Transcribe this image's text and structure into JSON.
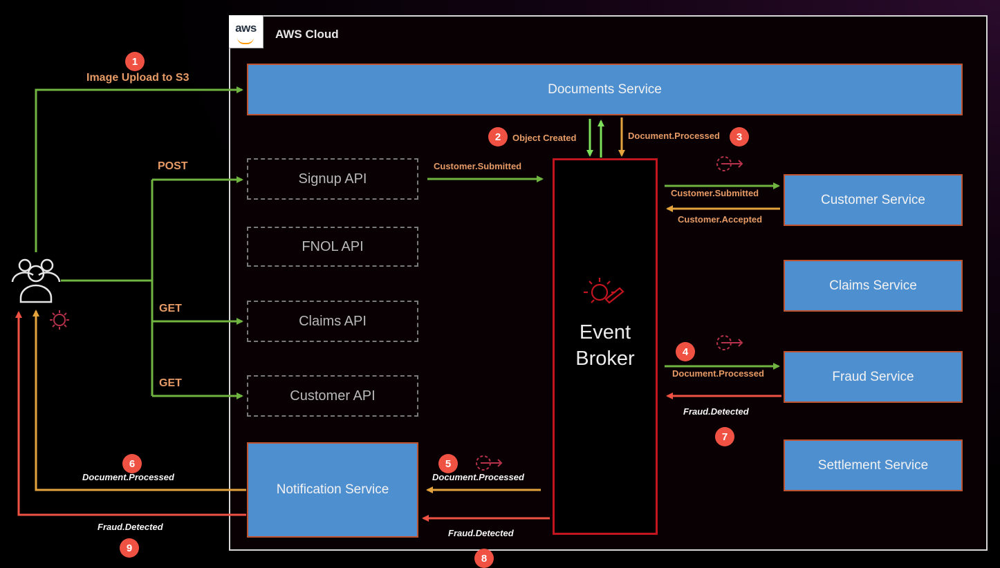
{
  "cloud": {
    "label": "AWS Cloud",
    "logo_text": "aws"
  },
  "services": {
    "documents": "Documents Service",
    "customer": "Customer Service",
    "claims": "Claims Service",
    "fraud": "Fraud Service",
    "settlement": "Settlement Service",
    "notification": "Notification Service"
  },
  "apis": {
    "signup": "Signup API",
    "fnol": "FNOL API",
    "claims": "Claims API",
    "customer": "Customer API"
  },
  "broker": {
    "line1": "Event",
    "line2": "Broker"
  },
  "labels": {
    "image_upload": "Image Upload to S3",
    "post": "POST",
    "get1": "GET",
    "get2": "GET",
    "object_created": "Object Created",
    "doc_processed_top": "Document.Processed",
    "customer_submitted_api": "Customer.Submitted",
    "customer_submitted_svc": "Customer.Submitted",
    "customer_accepted": "Customer.Accepted",
    "doc_processed_fraud": "Document.Processed",
    "fraud_detected_7": "Fraud.Detected",
    "doc_processed_5": "Document.Processed",
    "fraud_detected_8": "Fraud.Detected",
    "doc_processed_6": "Document.Processed",
    "fraud_detected_9": "Fraud.Detected"
  },
  "steps": [
    "1",
    "2",
    "3",
    "4",
    "5",
    "6",
    "7",
    "8",
    "9"
  ],
  "icons": [
    "users-icon",
    "event-icon",
    "event-rule-icon"
  ],
  "colors": {
    "green": "#6fb53f",
    "orange": "#e4a33c",
    "red": "#ef5243",
    "service_blue": "#4e8fd0",
    "broker_red": "#c3151f"
  }
}
